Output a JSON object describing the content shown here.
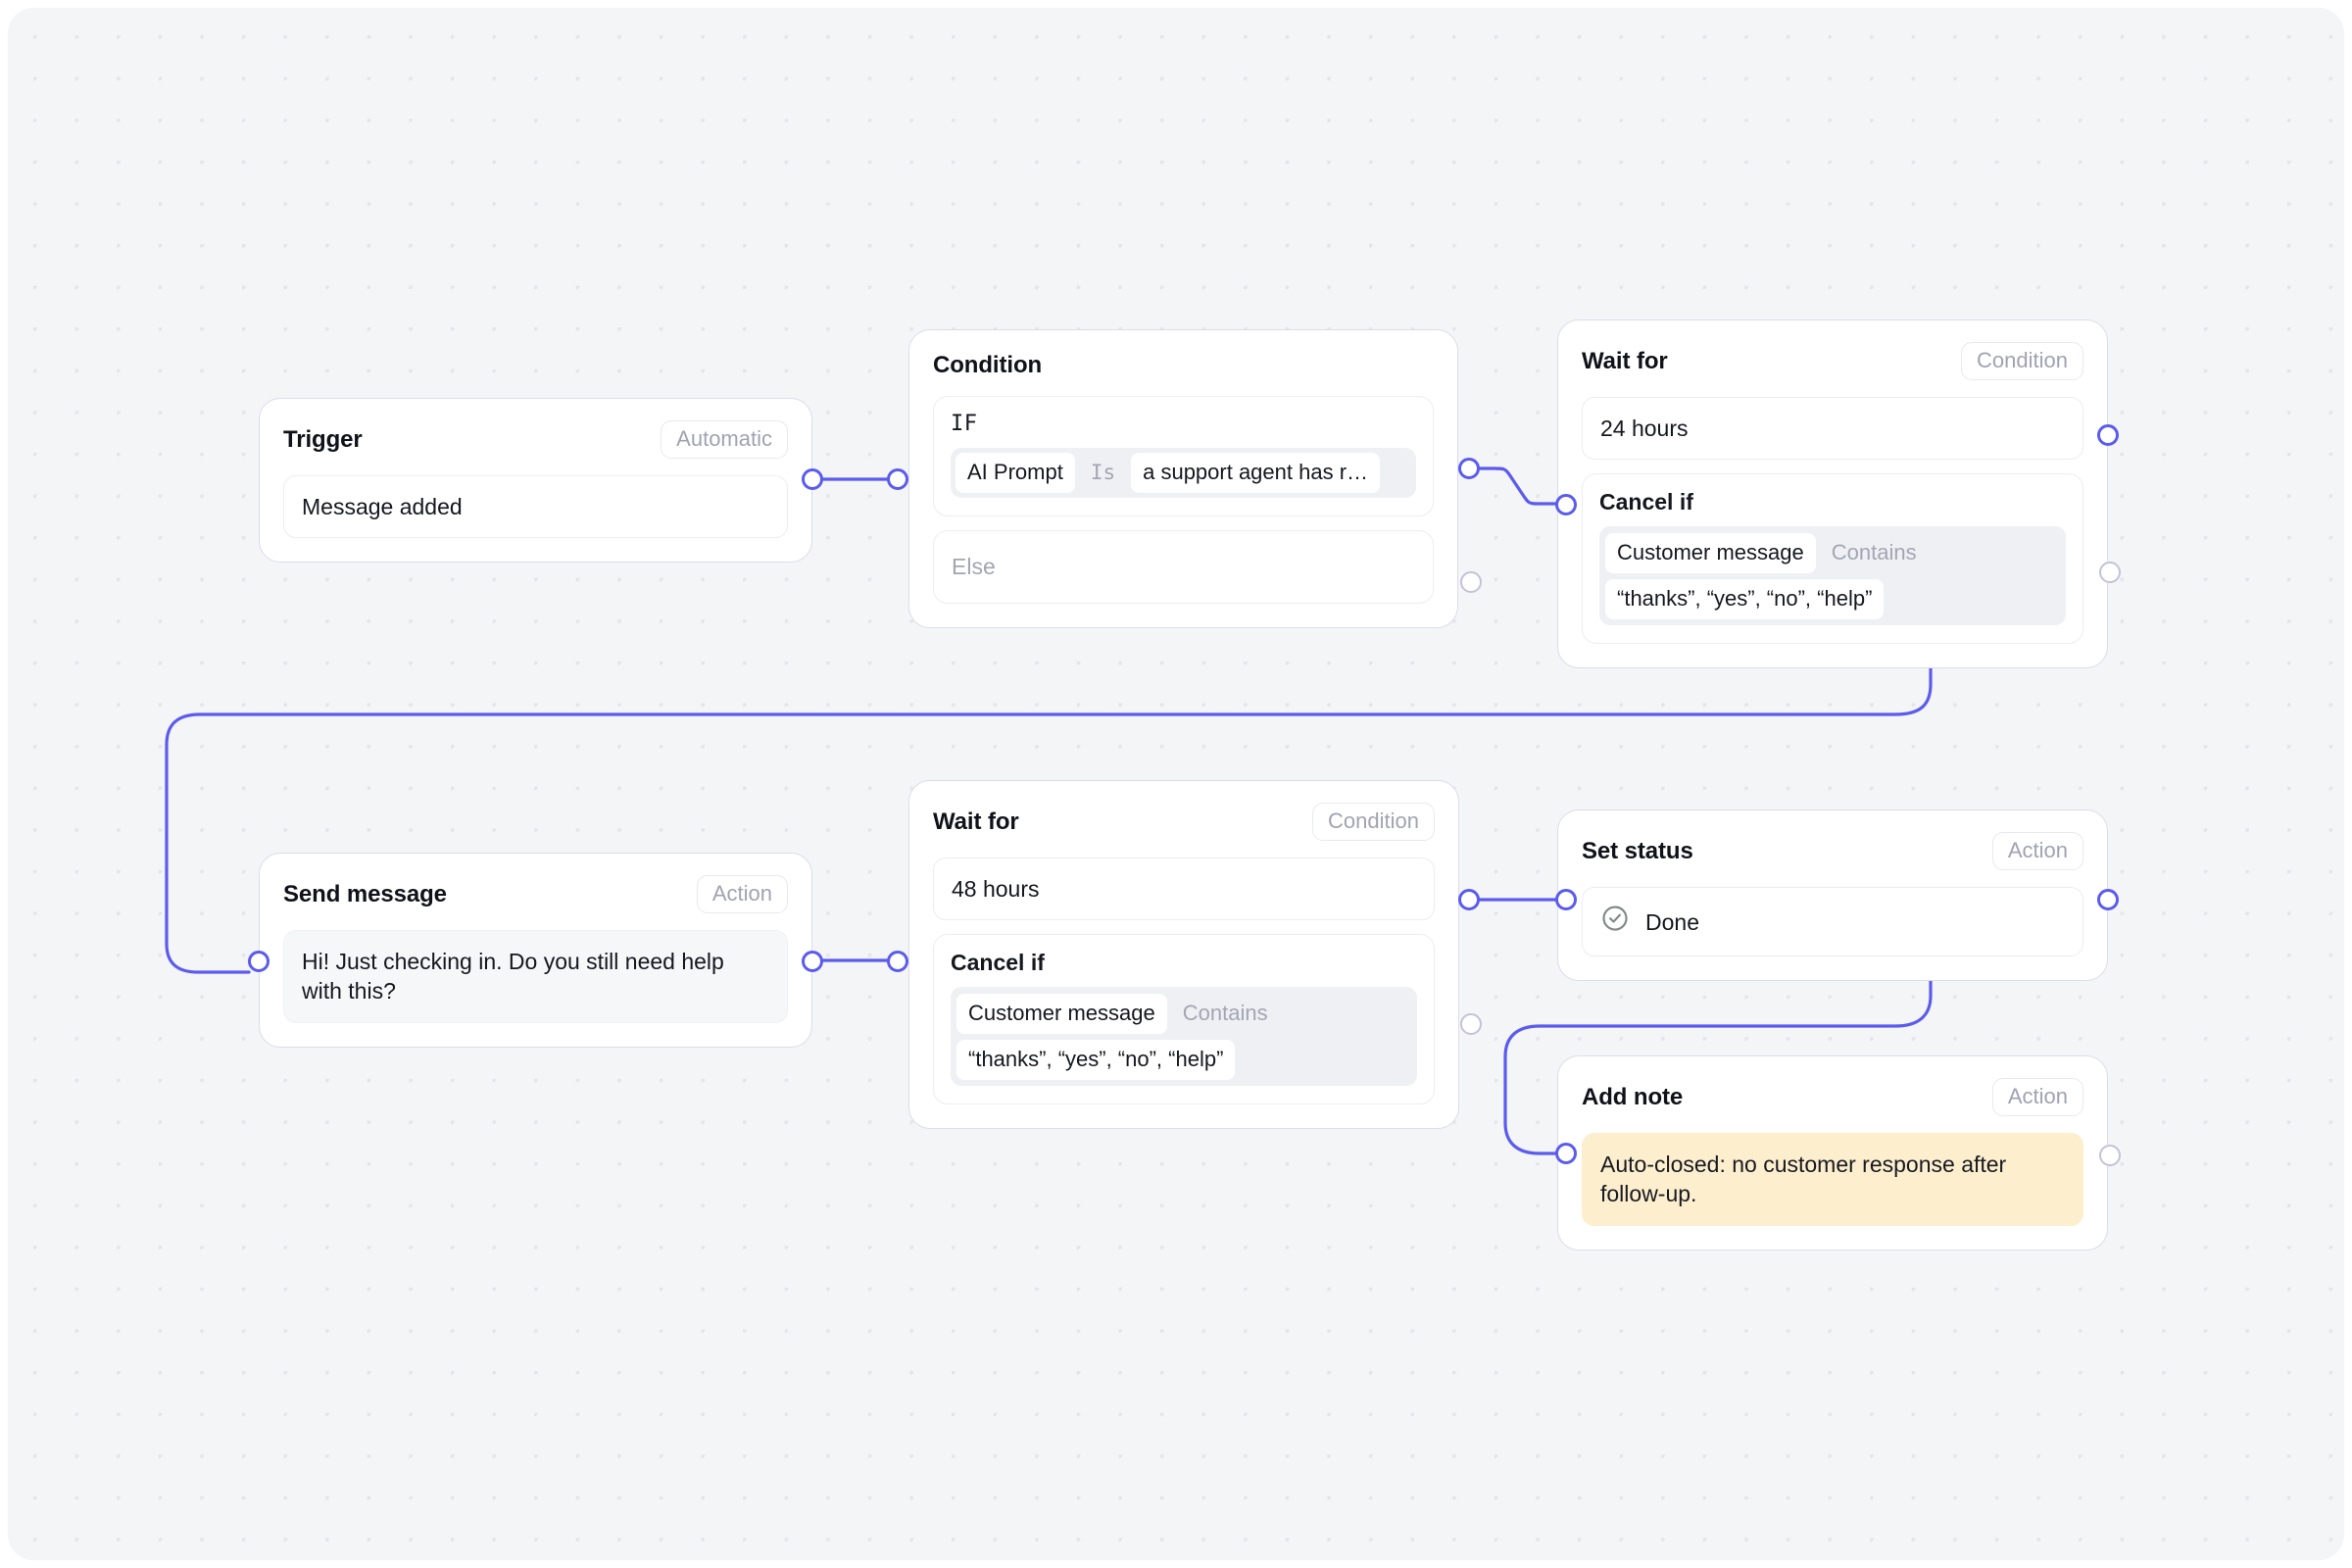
{
  "canvas": {
    "background_color": "#f4f5f7",
    "dot_color": "#e4e5ea",
    "wire_color": "#5b5bef",
    "port_active_color": "#5b5bef",
    "port_idle_color": "#c2c3d8",
    "note_color": "#fdeecd"
  },
  "nodes": {
    "trigger": {
      "title": "Trigger",
      "badge": "Automatic",
      "value": "Message added"
    },
    "condition": {
      "title": "Condition",
      "if_label": "IF",
      "if_rule": {
        "subject": "AI Prompt",
        "operator": "Is",
        "value": "a support agent has r…"
      },
      "else_label": "Else"
    },
    "wait_24h": {
      "title": "Wait for",
      "badge": "Condition",
      "duration": "24 hours",
      "cancel_label": "Cancel if",
      "cancel_rule": {
        "subject": "Customer message",
        "operator": "Contains",
        "value": "“thanks”, “yes”, “no”, “help”"
      }
    },
    "send_message": {
      "title": "Send message",
      "badge": "Action",
      "value": "Hi! Just checking in. Do you still need help with this?"
    },
    "wait_48h": {
      "title": "Wait for",
      "badge": "Condition",
      "duration": "48 hours",
      "cancel_label": "Cancel if",
      "cancel_rule": {
        "subject": "Customer message",
        "operator": "Contains",
        "value": "“thanks”, “yes”, “no”, “help”"
      }
    },
    "set_status": {
      "title": "Set status",
      "badge": "Action",
      "status_icon": "check-circle-icon",
      "status_value": "Done"
    },
    "add_note": {
      "title": "Add note",
      "badge": "Action",
      "value": "Auto-closed: no customer response after follow-up."
    }
  }
}
